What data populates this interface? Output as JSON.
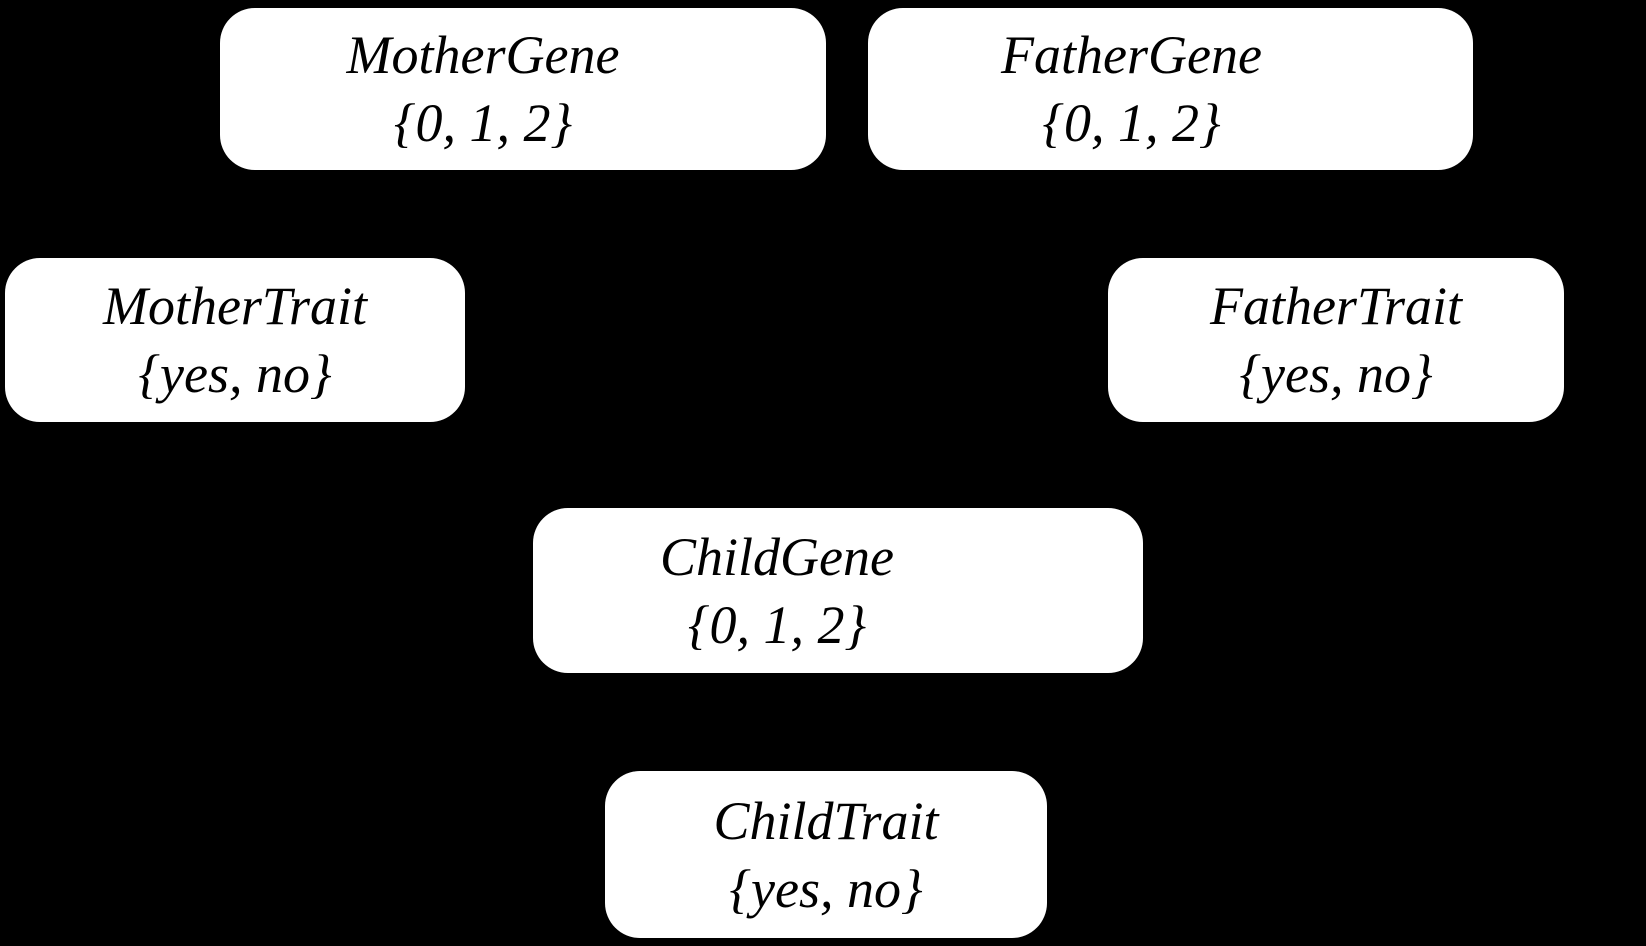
{
  "colors": {
    "background": "#000000",
    "node_fill": "#ffffff",
    "node_text": "#000000"
  },
  "nodes": [
    {
      "name": "MotherGene",
      "domain": "{0, 1, 2}"
    },
    {
      "name": "FatherGene",
      "domain": "{0, 1, 2}"
    },
    {
      "name": "MotherTrait",
      "domain": "{yes, no}"
    },
    {
      "name": "FatherTrait",
      "domain": "{yes, no}"
    },
    {
      "name": "ChildGene",
      "domain": "{0, 1, 2}"
    },
    {
      "name": "ChildTrait",
      "domain": "{yes, no}"
    }
  ]
}
